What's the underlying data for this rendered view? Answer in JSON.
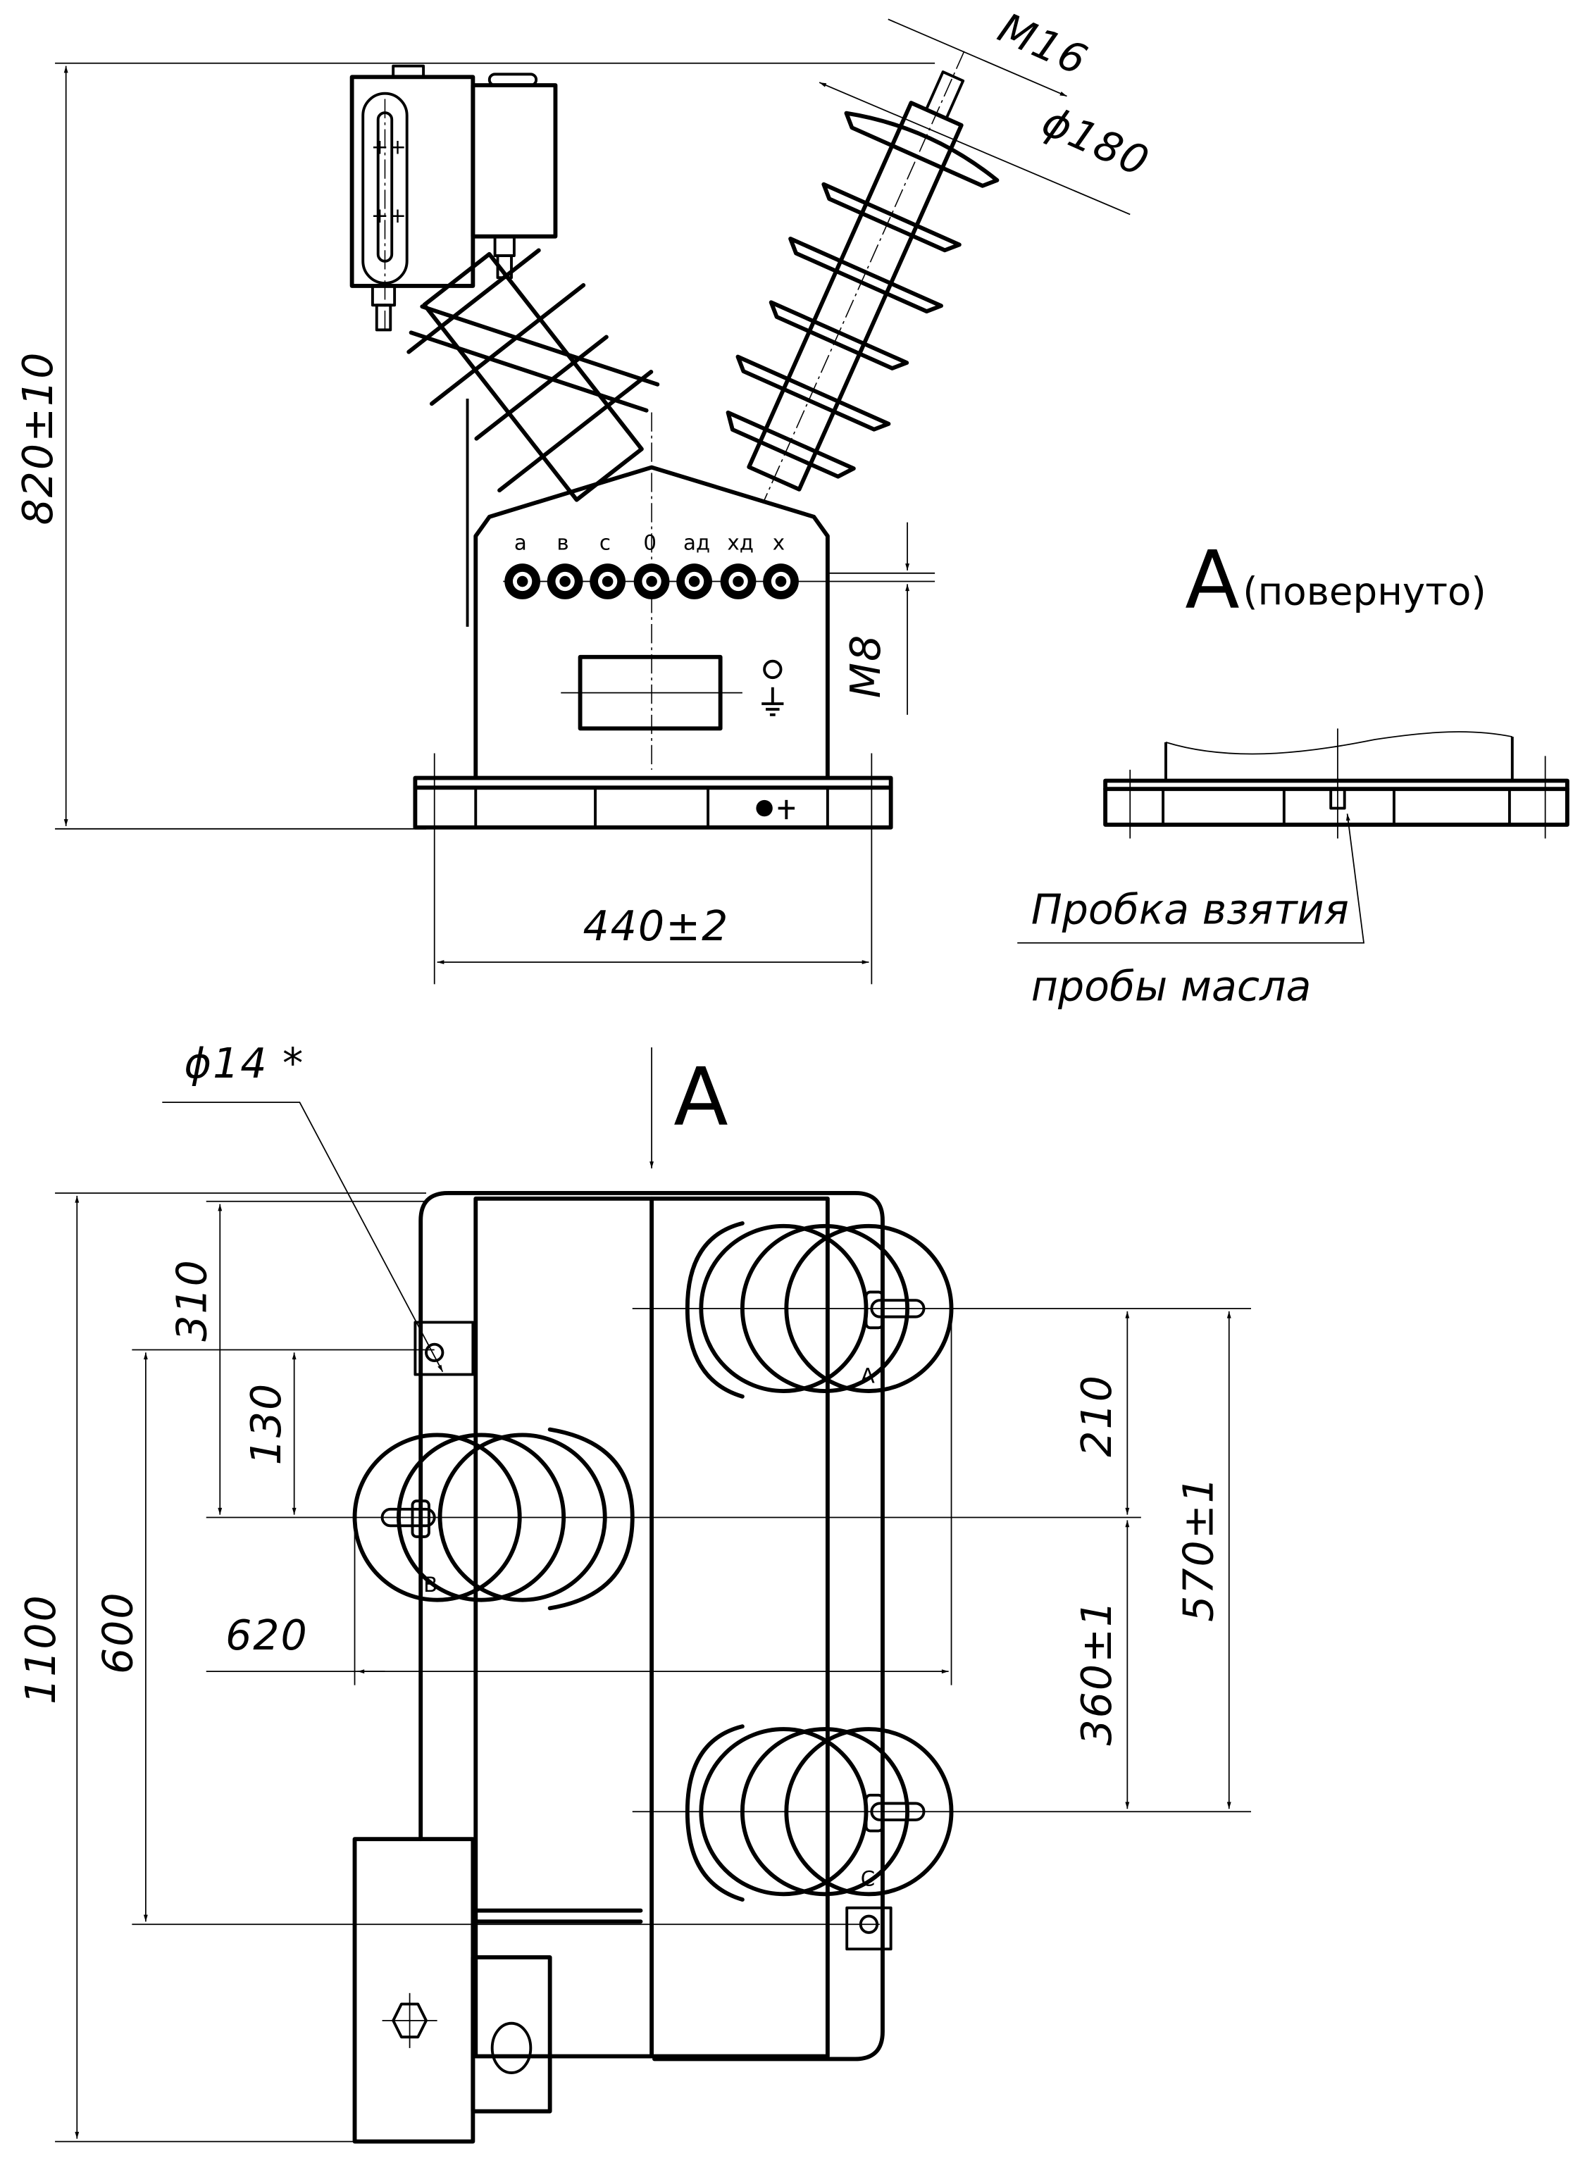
{
  "drawing": {
    "title": "Voltage transformer — general arrangement drawing",
    "front_view": {
      "dimensions": {
        "height": "820±10",
        "base_width": "440±2",
        "terminal_thread": "M8",
        "top_terminal_thread": "M16",
        "insulator_diameter": "ϕ180"
      },
      "terminals": [
        "a",
        "в",
        "c",
        "0",
        "aд",
        "xд",
        "x"
      ],
      "symbols": [
        "earth-symbol",
        "earth-bolt",
        "nameplate-window"
      ]
    },
    "view_a": {
      "title": "A",
      "subtitle": "(повернуто)",
      "note_line1": "Пробка взятия",
      "note_line2": "пробы масла"
    },
    "plan_view": {
      "view_arrow_label": "A",
      "hole_callout": "ϕ14 *",
      "dimensions": {
        "overall_length": "1100",
        "mount_spacing": "600",
        "hole_offset": "310",
        "bushing_offset": "130",
        "bushing_span": "620",
        "a_to_b": "210",
        "b_to_c": "360±1",
        "a_to_c": "570±1"
      },
      "bushings": [
        "A",
        "B",
        "C"
      ]
    }
  }
}
